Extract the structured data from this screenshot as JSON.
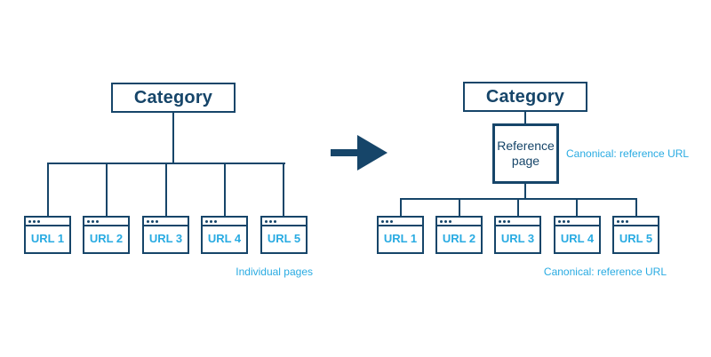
{
  "colors": {
    "navy": "#164569",
    "cyan": "#29abe2",
    "background": "#ffffff"
  },
  "left_diagram": {
    "category_label": "Category",
    "pages": [
      "URL 1",
      "URL 2",
      "URL 3",
      "URL 4",
      "URL 5"
    ],
    "caption": "Individual pages"
  },
  "arrow": {
    "meaning": "transforms-into"
  },
  "right_diagram": {
    "category_label": "Category",
    "reference_label": "Reference page",
    "side_caption": "Canonical: reference URL",
    "pages": [
      "URL 1",
      "URL 2",
      "URL 3",
      "URL 4",
      "URL 5"
    ],
    "bottom_caption": "Canonical: reference URL"
  }
}
